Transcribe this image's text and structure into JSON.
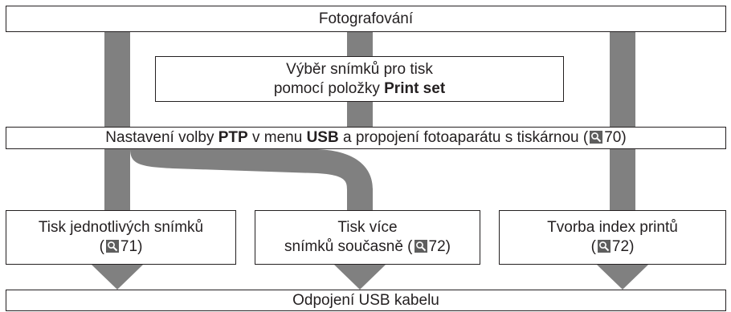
{
  "colors": {
    "connector": "#808080",
    "border": "#231f20",
    "icon_bg": "#5e5e5e"
  },
  "ref_icon": "page-reference-icon",
  "nodes": {
    "shooting": {
      "text": "Fotografování"
    },
    "print_set": {
      "line1": "Výběr snímků pro tisk",
      "line2_pre": "pomocí položky ",
      "line2_bold": "Print set"
    },
    "connect": {
      "pre": "Nastavení volby ",
      "bold1": "PTP",
      "mid": " v menu ",
      "bold2": "USB",
      "post": " a propojení fotoaparátu s tiskárnou (",
      "page": "70",
      "close": ")"
    },
    "single": {
      "line1": "Tisk jednotlivých snímků",
      "open": "(",
      "page": "71",
      "close": ")"
    },
    "multi": {
      "line1": "Tisk více",
      "line2_pre": "snímků současně (",
      "page": "72",
      "close": ")"
    },
    "index": {
      "line1": "Tvorba index printů",
      "open": "(",
      "page": "72",
      "close": ")"
    },
    "disconnect": {
      "text": "Odpojení USB kabelu"
    }
  }
}
